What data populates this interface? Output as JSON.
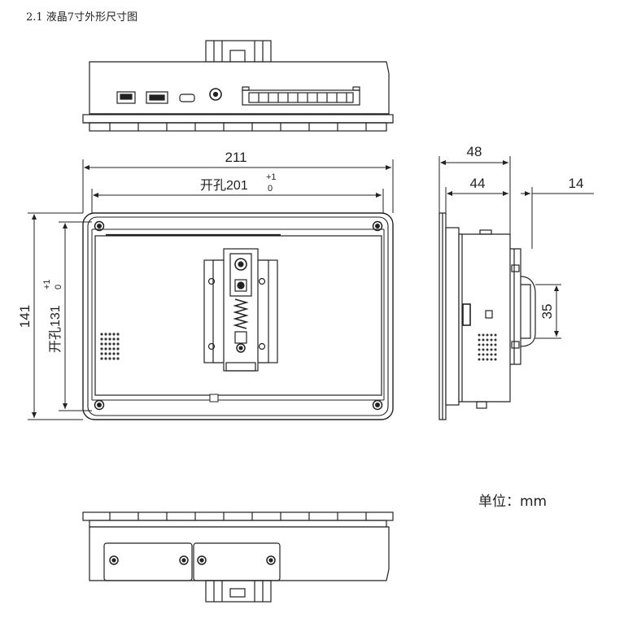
{
  "section_heading": "2.1 液晶7寸外形尺寸图",
  "units_label": "单位：mm",
  "dimensions": {
    "overall_width": "211",
    "cutout_width_prefix": "开孔",
    "cutout_width_value": "201",
    "cutout_width_tol_upper": "+1",
    "cutout_width_tol_lower": "0",
    "overall_height": "141",
    "cutout_height_prefix": "开孔",
    "cutout_height_value": "131",
    "cutout_height_tol_upper": "+1",
    "cutout_height_tol_lower": "0",
    "side_total_depth": "48",
    "side_body_depth": "44",
    "side_bracket_depth": "14",
    "rail_height": "35"
  }
}
